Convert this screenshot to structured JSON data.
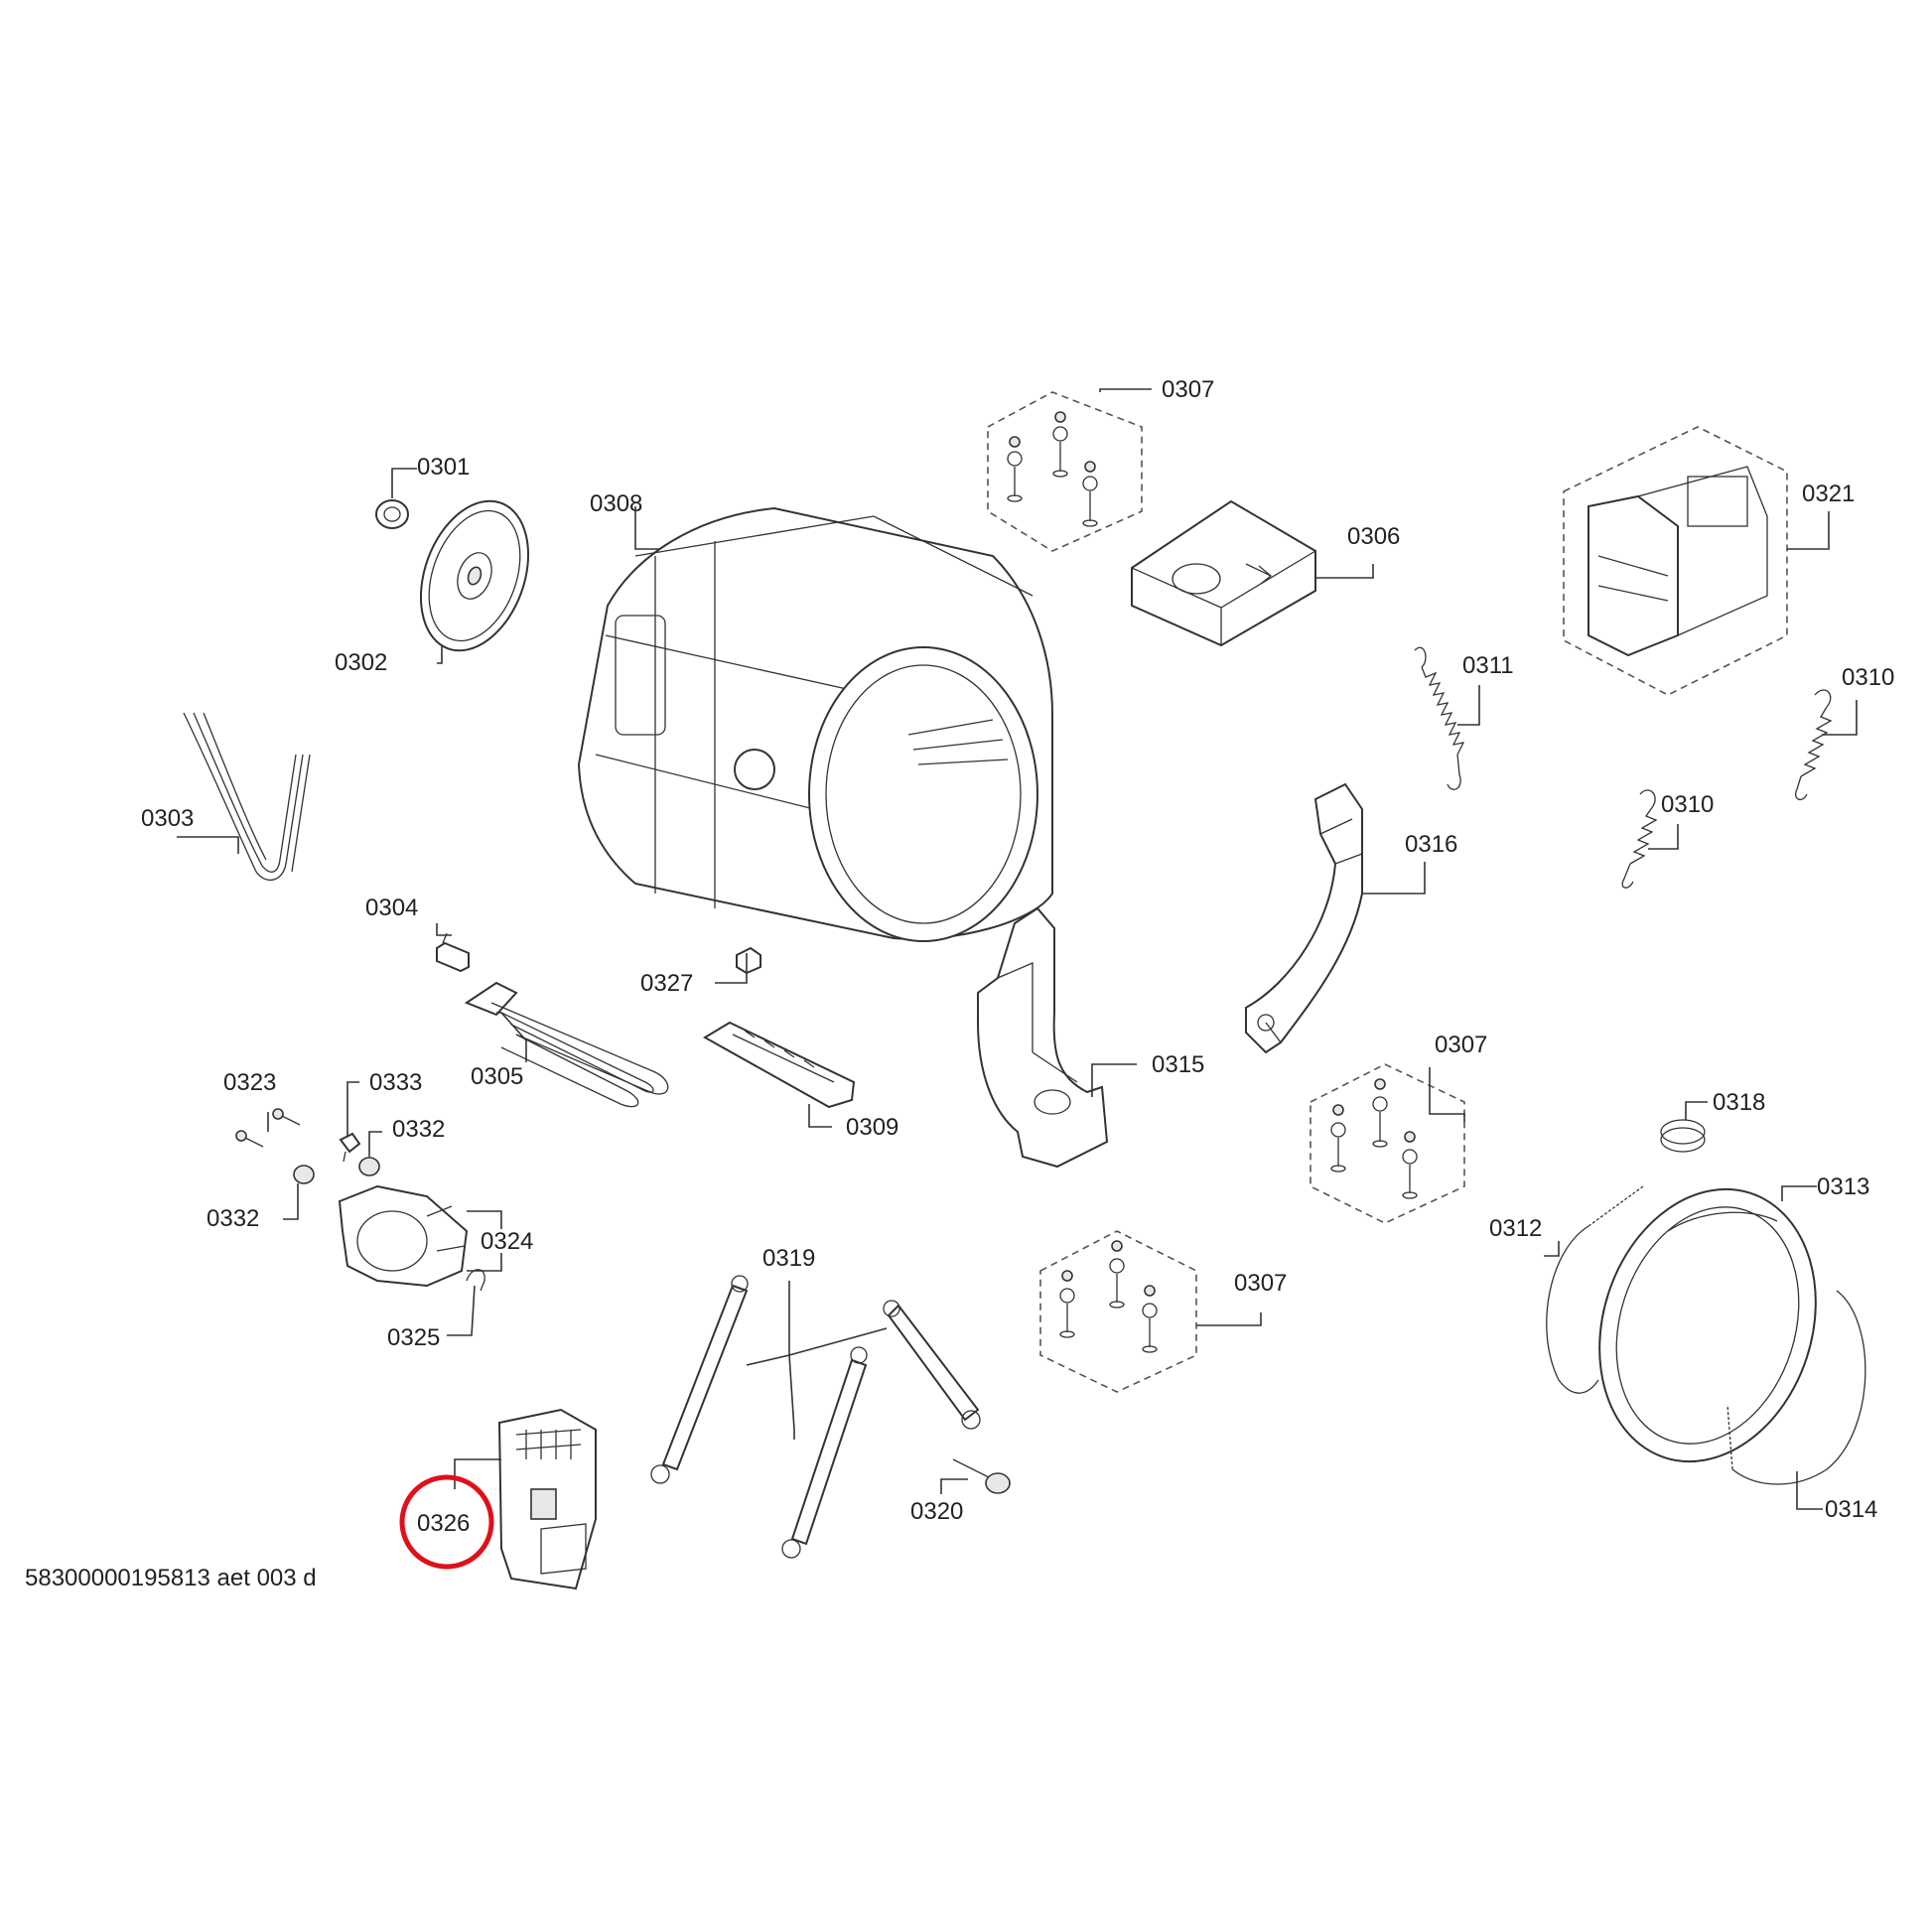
{
  "document_id": "58300000195813 aet 003 d",
  "highlight": {
    "label": "0326",
    "color": "#e0101a"
  },
  "parts": {
    "p0301": "0301",
    "p0302": "0302",
    "p0303": "0303",
    "p0304": "0304",
    "p0305": "0305",
    "p0306": "0306",
    "p0307a": "0307",
    "p0307b": "0307",
    "p0307c": "0307",
    "p0308": "0308",
    "p0309": "0309",
    "p0310a": "0310",
    "p0310b": "0310",
    "p0311": "0311",
    "p0312": "0312",
    "p0313": "0313",
    "p0314": "0314",
    "p0315": "0315",
    "p0316": "0316",
    "p0318": "0318",
    "p0319": "0319",
    "p0320": "0320",
    "p0321": "0321",
    "p0323": "0323",
    "p0324": "0324",
    "p0325": "0325",
    "p0326": "0326",
    "p0327": "0327",
    "p0332a": "0332",
    "p0332b": "0332",
    "p0333": "0333"
  }
}
